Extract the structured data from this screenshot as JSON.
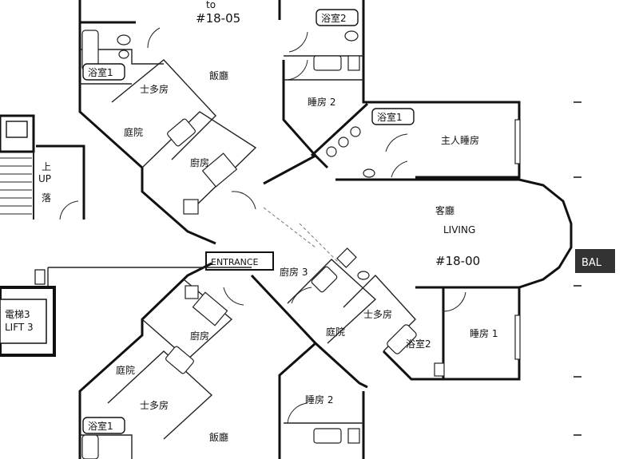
{
  "plan": {
    "unit_top": "#18-05",
    "unit_top_prefix": "to",
    "unit_main": "#18-00",
    "rooms": {
      "bath_top_right": "浴室2",
      "bath_top_left": "浴室1",
      "maid_top": "士多房",
      "dining_top": "飯廳",
      "bed2_top": "睡房 2",
      "yard_top": "庭院",
      "kitchen_top": "廚房",
      "bath_master": "浴室1",
      "master_bed": "主人睡房",
      "living": "客廳",
      "living_en": "LIVING",
      "bath2_mid": "浴室2",
      "maid_mid": "士多房",
      "yard_mid": "庭院",
      "bed1": "睡房 1",
      "kitchen_bottom": "廚房",
      "yard_bottom": "庭院",
      "maid_bottom": "士多房",
      "bath_bottom": "浴室1",
      "bed2_bottom": "睡房 2",
      "dining_bottom": "飯廳",
      "kitchen_mid": "廚房 3"
    },
    "stair": {
      "up_cn": "上",
      "up_en": "UP",
      "down_cn": "落"
    },
    "lift": {
      "cn": "電梯3",
      "en": "LIFT 3"
    },
    "entrance_tag": "ENTRANCE",
    "balcony_tag": "BAL"
  }
}
